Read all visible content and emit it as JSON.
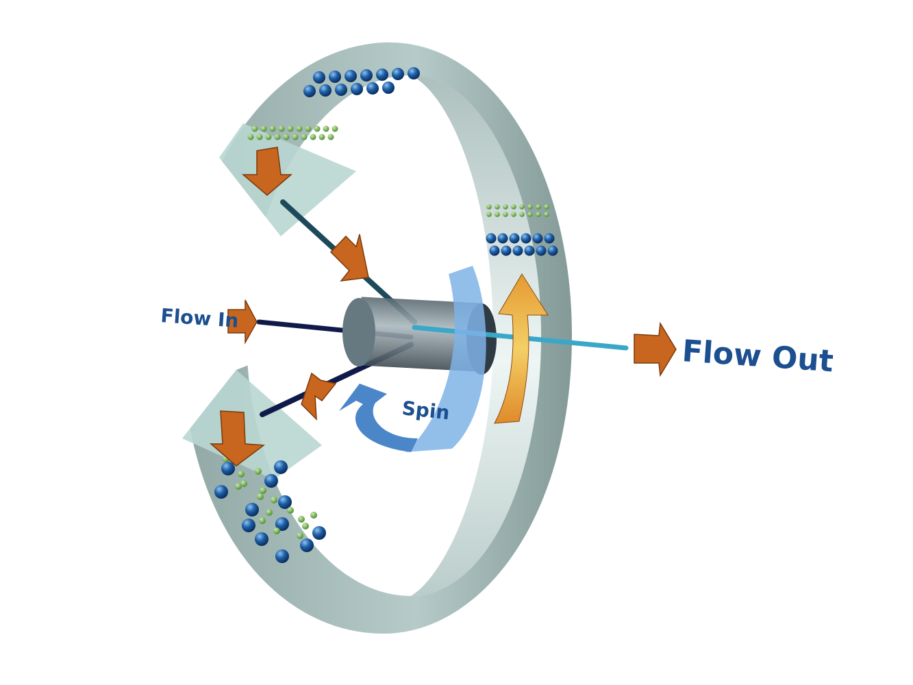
{
  "labels": {
    "flow_in": "Flow In",
    "flow_out": "Flow Out",
    "spin": "Spin"
  },
  "colors": {
    "ring": "#8fa9a6",
    "ring_light": "#cfe3e0",
    "arrow_orange": "#c8651e",
    "arrow_yellow": "#e8a63a",
    "spin_arrow": "#4a86c8",
    "large_particle": "#1d5fa8",
    "small_particle": "#6fae4f",
    "tube_dark": "#0f1a4a",
    "tube_light": "#3aa7c8",
    "text": "#1b4f8f"
  }
}
